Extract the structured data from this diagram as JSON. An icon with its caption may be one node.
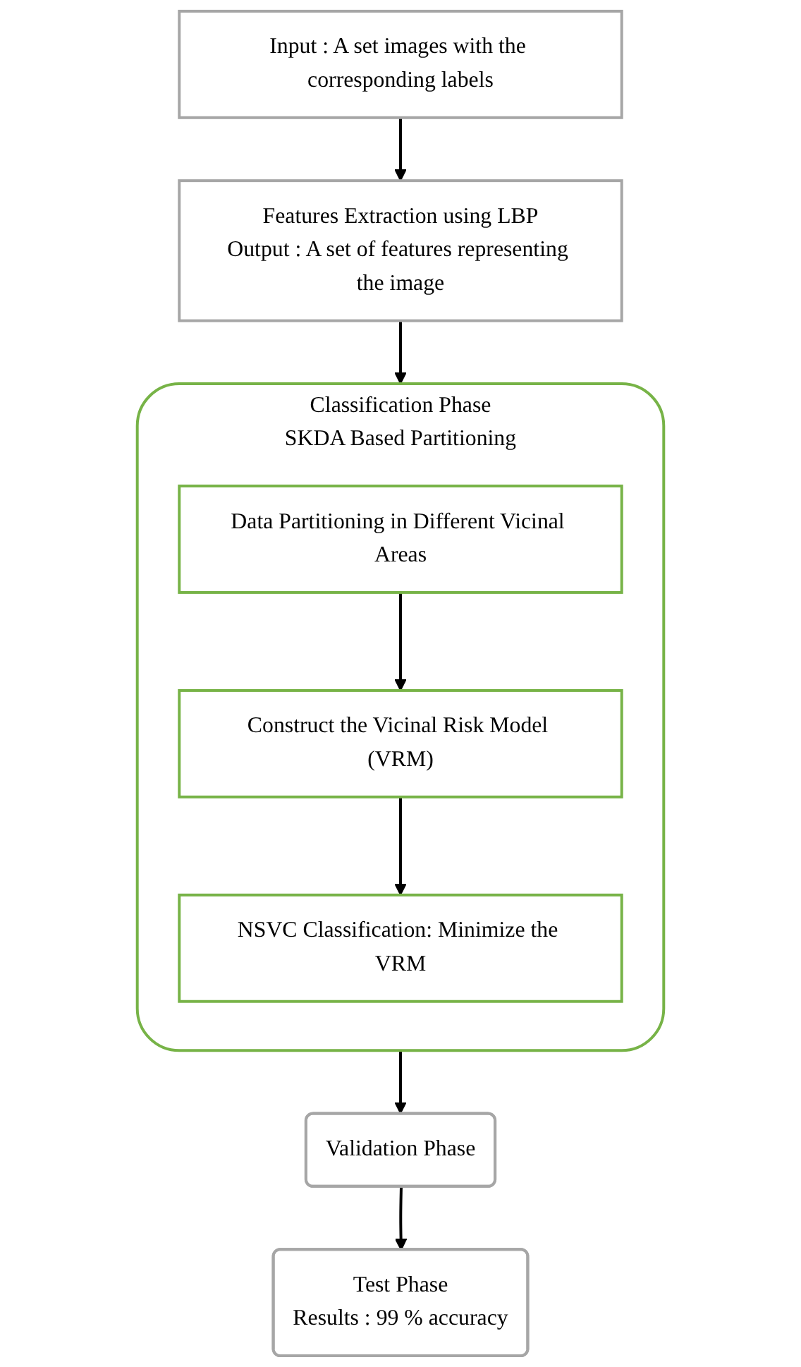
{
  "diagram": {
    "nodes": [
      {
        "text": [
          "Input : A set images with the corresponding labels"
        ]
      },
      {
        "text": [
          "Features Extraction using LBP",
          "Output : A set of features representing the image"
        ]
      },
      {
        "text": [
          "Classification Phase",
          "SKDA Based Partitioning"
        ]
      },
      {
        "text": [
          "Data Partitioning in Different Vicinal Areas"
        ],
        "in": 2
      },
      {
        "text": [
          "Construct the Vicinal Risk Model (VRM)"
        ],
        "in": 2
      },
      {
        "text": [
          "NSVC Classification: Minimize the VRM"
        ],
        "in": 2
      },
      {
        "text": [
          "Validation Phase"
        ]
      },
      {
        "text": [
          "Test Phase",
          "Results : 99 % accuracy"
        ]
      }
    ],
    "edges": [
      {
        "from": 0,
        "to": 1,
        "arrow": "to"
      },
      {
        "from": 1,
        "to": 2,
        "arrow": "to"
      },
      {
        "from": 3,
        "to": 4,
        "arrow": "to"
      },
      {
        "from": 4,
        "to": 5,
        "arrow": "to"
      },
      {
        "from": 2,
        "to": 6,
        "arrow": "to"
      },
      {
        "from": 6,
        "to": 7,
        "arrow": "to"
      }
    ]
  }
}
